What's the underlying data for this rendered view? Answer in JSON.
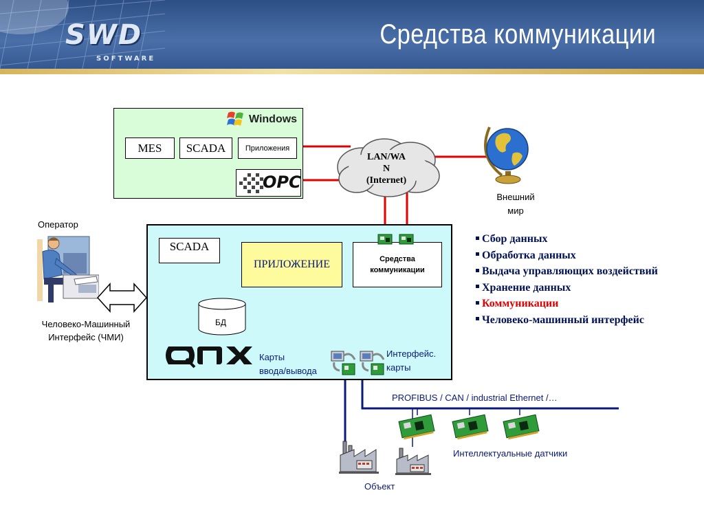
{
  "header": {
    "title": "Средства коммуникации",
    "logo_text": "SWD",
    "logo_subtext": "SOFTWARE"
  },
  "windows_panel": {
    "windows_label": "Windows",
    "mes": "MES",
    "scada": "SCADA",
    "apps": "Приложения",
    "opc_logo": "OPC"
  },
  "network": {
    "cloud_line1": "LAN/WA",
    "cloud_line2": "N",
    "cloud_line3": "(Internet)"
  },
  "external_world": {
    "line1": "Внешний",
    "line2": "мир"
  },
  "operator": {
    "label": "Оператор",
    "hmi_line1": "Человеко-Машинный",
    "hmi_line2": "Интерфейс (ЧМИ)"
  },
  "qnx_panel": {
    "scada": "SCADA",
    "app": "ПРИЛОЖЕНИЕ",
    "comm_line1": "Средства",
    "comm_line2": "коммуникации",
    "db": "БД",
    "qnx_logo": "QNX",
    "io_cards_line1": "Карты",
    "io_cards_line2": "ввода/вывода",
    "iface_line1": "Интерфейс.",
    "iface_line2": "карты"
  },
  "features": [
    {
      "text": "Сбор данных",
      "highlight": false
    },
    {
      "text": "Обработка данных",
      "highlight": false
    },
    {
      "text": "Выдача управляющих воздействий",
      "highlight": false
    },
    {
      "text": "Хранение данных",
      "highlight": false
    },
    {
      "text": "Коммуникации",
      "highlight": true
    },
    {
      "text": "Человеко-машинный интерфейс",
      "highlight": false
    }
  ],
  "fieldbus": {
    "label": "PROFIBUS / CAN / industrial Ethernet /…",
    "sensors_label": "Интеллектуальные датчики",
    "object_label": "Объект"
  },
  "colors": {
    "header_blue": "#3a5f9a",
    "link_red": "#e00000",
    "bus_navy": "#0a1a7a",
    "windows_panel_bg": "#d9fcd9",
    "qnx_panel_bg": "#cdf9fb",
    "app_box_bg": "#fdfb9c",
    "feature_highlight": "#e00000"
  }
}
